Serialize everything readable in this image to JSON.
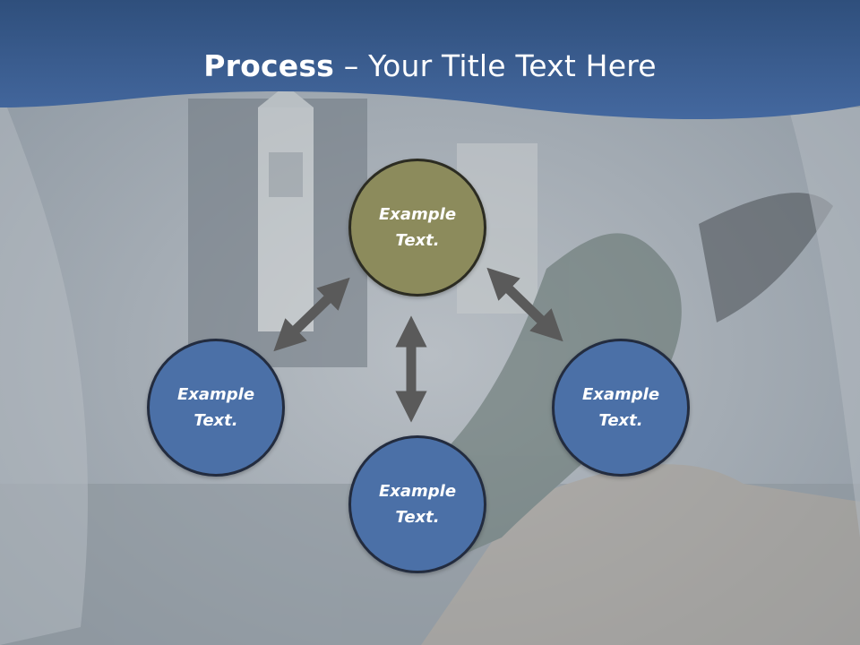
{
  "title": {
    "bold": "Process",
    "rest": " – Your Title Text Here"
  },
  "nodes": [
    {
      "id": "top",
      "label": "Example Text.",
      "color": "#8c8b5c"
    },
    {
      "id": "left",
      "label": "Example Text.",
      "color": "#4b70a7"
    },
    {
      "id": "right",
      "label": "Example Text.",
      "color": "#4b70a7"
    },
    {
      "id": "bottom",
      "label": "Example Text.",
      "color": "#4b70a7"
    }
  ],
  "colors": {
    "header": "#3e659d",
    "arrow": "#5a5a5a"
  }
}
